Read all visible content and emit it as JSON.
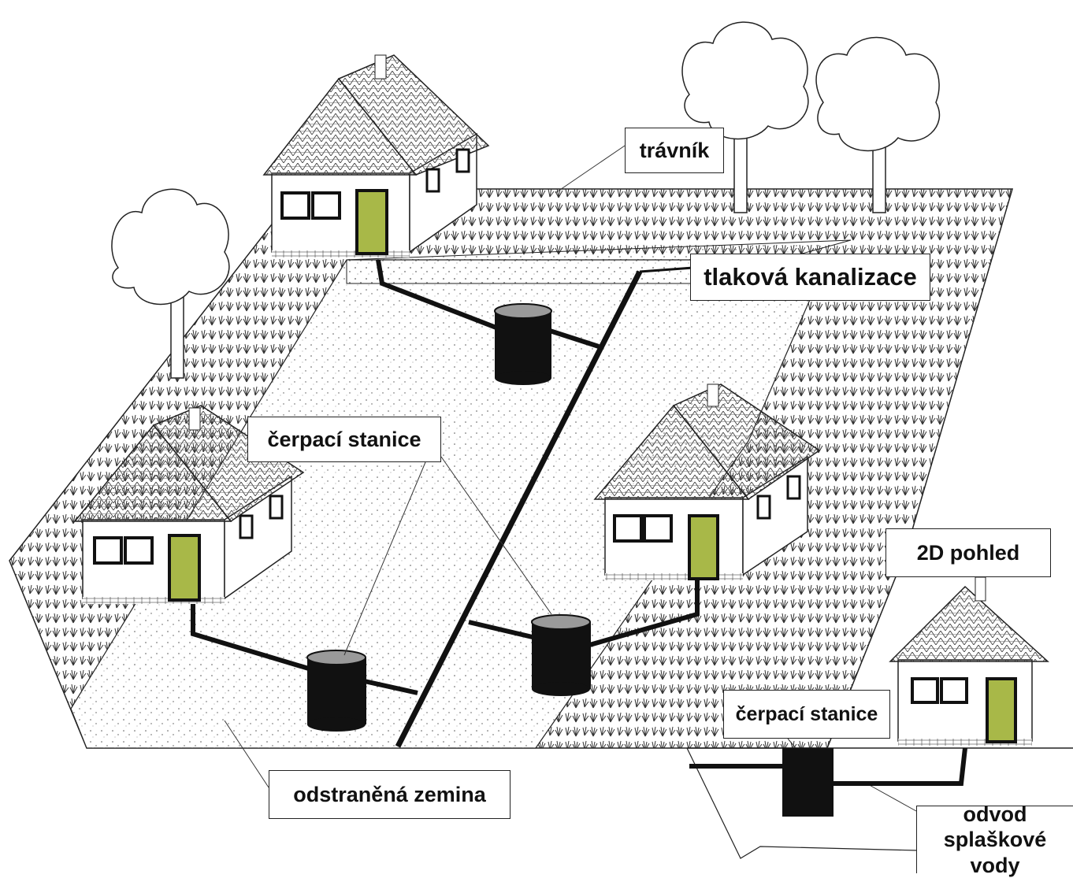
{
  "labels": {
    "lawn": "trávník",
    "pressure_sewer": "tlaková kanalizace",
    "pump_station_1": "čerpací stanice",
    "view_2d": "2D pohled",
    "pump_station_2": "čerpací stanice",
    "removed_soil": "odstraněná zemina",
    "waste_drain_line1": "odvod",
    "waste_drain_line2": "splaškové vody"
  },
  "colors": {
    "outline": "#222222",
    "pipe": "#111111",
    "door_fill": "#a8b848",
    "tank": "#111111",
    "tank_top": "#9a9a9a"
  }
}
